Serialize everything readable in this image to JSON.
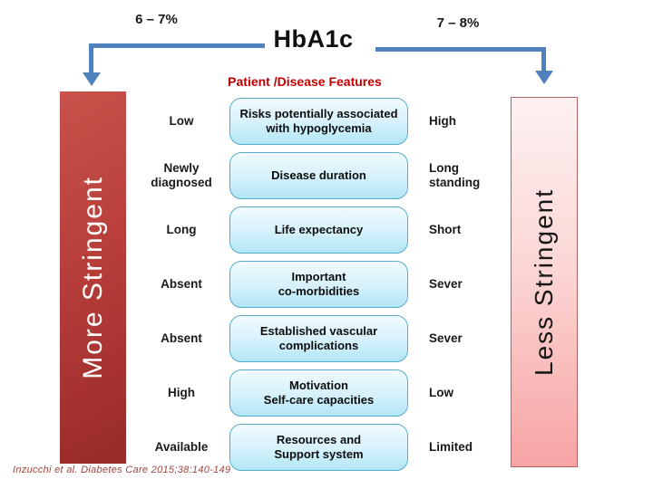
{
  "header": {
    "left_range": "6 – 7%",
    "title": "HbA1c",
    "right_range": "7 – 8%",
    "subtitle": "Patient /Disease Features"
  },
  "left_bar": {
    "label": "More Stringent"
  },
  "right_bar": {
    "label": "Less Stringent"
  },
  "rows": [
    {
      "left": "Low",
      "feature": "Risks potentially associated\nwith hypoglycemia",
      "right": "High"
    },
    {
      "left": "Newly\ndiagnosed",
      "feature": "Disease duration",
      "right": "Long\nstanding"
    },
    {
      "left": "Long",
      "feature": "Life expectancy",
      "right": "Short"
    },
    {
      "left": "Absent",
      "feature": "Important\nco-morbidities",
      "right": "Sever"
    },
    {
      "left": "Absent",
      "feature": "Established vascular\ncomplications",
      "right": "Sever"
    },
    {
      "left": "High",
      "feature": "Motivation\nSelf-care capacities",
      "right": "Low"
    },
    {
      "left": "Available",
      "feature": "Resources and\nSupport system",
      "right": "Limited"
    }
  ],
  "citation": "Inzucchi et al. Diabetes Care 2015;38:140-149",
  "colors": {
    "arrow_blue": "#4f81bd",
    "heading_red": "#c00000",
    "more_bar_top": "#c8524b",
    "more_bar_bottom": "#982a28",
    "less_bar_top": "#fdf1f1",
    "less_bar_bottom": "#f7a4a4",
    "box_border": "#58abca",
    "box_fill_top": "#f0fbfe",
    "box_fill_bottom": "#b2e6f6"
  }
}
